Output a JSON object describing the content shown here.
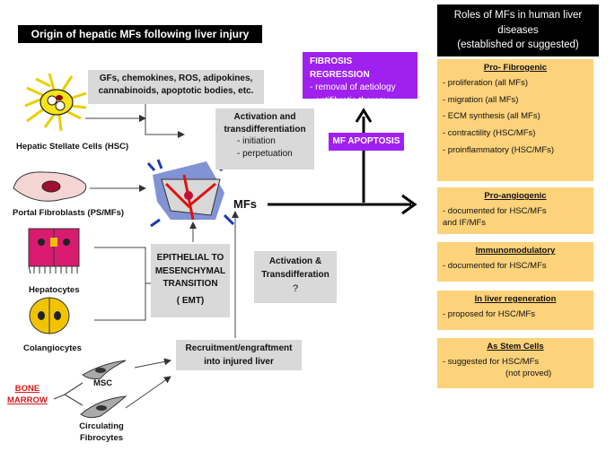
{
  "title": "Origin of hepatic MFs following liver injury",
  "roles_box": {
    "line1": "Roles of MFs in human liver",
    "line2": "diseases",
    "line3": "(established or suggested)"
  },
  "signals_box": {
    "line1": "GFs, chemokines, ROS, adipokines,",
    "line2": "cannabinoids, apoptotic bodies, etc."
  },
  "activation_box": {
    "line1": "Activation and",
    "line2": "transdifferentiation",
    "item1": "- initiation",
    "item2": "- perpetuation"
  },
  "fibrosis_regression": {
    "title": "FIBROSIS REGRESSION",
    "item1": "- removal of aetiology",
    "item2": "- antifibrotic therapy"
  },
  "mf_apoptosis": "MF APOPTOSIS",
  "mfs_label": "MFs",
  "cells": {
    "hsc": "Hepatic Stellate Cells (HSC)",
    "portal": "Portal Fibroblasts (PS/MFs)",
    "hepatocytes": "Hepatocytes",
    "colangiocytes": "Colangiocytes",
    "msc": "MSC",
    "fibrocytes_line1": "Circulating",
    "fibrocytes_line2": "Fibrocytes",
    "bone_marrow_line1": "BONE",
    "bone_marrow_line2": "MARROW"
  },
  "emt_box": {
    "line1": "EPITHELIAL TO",
    "line2": "MESENCHYMAL",
    "line3": "TRANSITION",
    "line4": "( EMT)"
  },
  "transdiff_box": {
    "line1": "Activation &",
    "line2": "Transdifferation",
    "line3": "?"
  },
  "recruit_box": {
    "line1": "Recruitment/engraftment",
    "line2": "into injured liver"
  },
  "roles": {
    "profibrogenic": {
      "title": "Pro- Fibrogenic",
      "items": [
        "- proliferation (all MFs)",
        "- migration (all MFs)",
        "- ECM synthesis (all MFs)",
        "- contractility (HSC/MFs)",
        "- proinflammatory (HSC/MFs)"
      ]
    },
    "proangiogenic": {
      "title": "Pro-angiogenic",
      "line1": "- documented for HSC/MFs",
      "line2": "and IF/MFs"
    },
    "immunomodulatory": {
      "title": "Immunomodulatory",
      "line1": "- documented for HSC/MFs"
    },
    "regeneration": {
      "title": "In liver regeneration",
      "line1": "- proposed for HSC/MFs"
    },
    "stemcells": {
      "title": "As Stem Cells",
      "line1": "- suggested for HSC/MFs",
      "line2": "(not proved)"
    }
  },
  "colors": {
    "purple": "#a020f0",
    "orange": "#fcd27a",
    "grey": "#d9d9d9",
    "bone_marrow": "#d41a1a"
  }
}
